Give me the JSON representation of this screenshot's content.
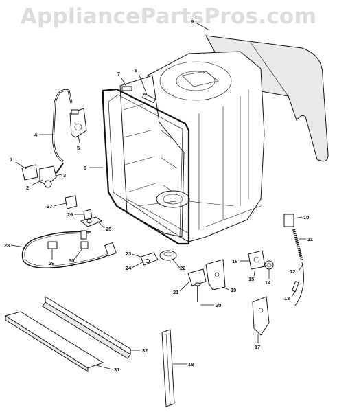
{
  "watermark": "AppliancePartsPros.com",
  "callouts": [
    "1",
    "2",
    "3",
    "4",
    "5",
    "6",
    "7",
    "8",
    "9",
    "10",
    "11",
    "12",
    "13",
    "14",
    "15",
    "16",
    "17",
    "18",
    "19",
    "20",
    "21",
    "22",
    "23",
    "24",
    "25",
    "26",
    "27",
    "28",
    "29",
    "30",
    "31",
    "32"
  ]
}
